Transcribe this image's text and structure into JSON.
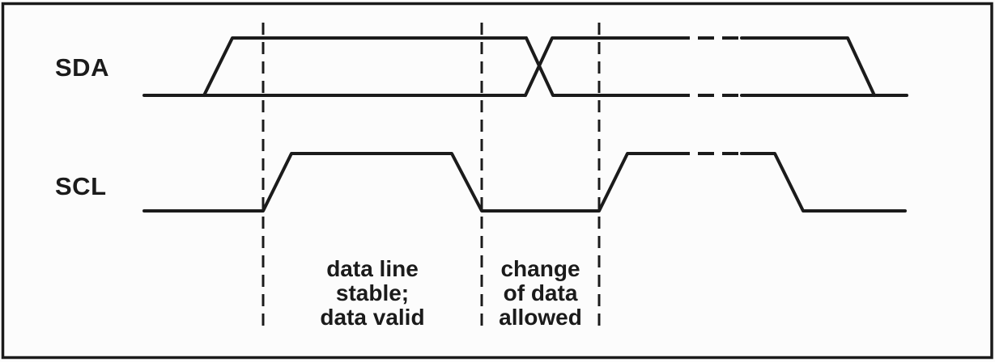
{
  "labels": {
    "sda": "SDA",
    "scl": "SCL"
  },
  "annotations": {
    "stable": [
      "data line",
      "stable;",
      "data valid"
    ],
    "change": [
      "change",
      "of data",
      "allowed"
    ]
  },
  "colors": {
    "ink": "#1b1b1b",
    "background": "#fcfcfc"
  }
}
